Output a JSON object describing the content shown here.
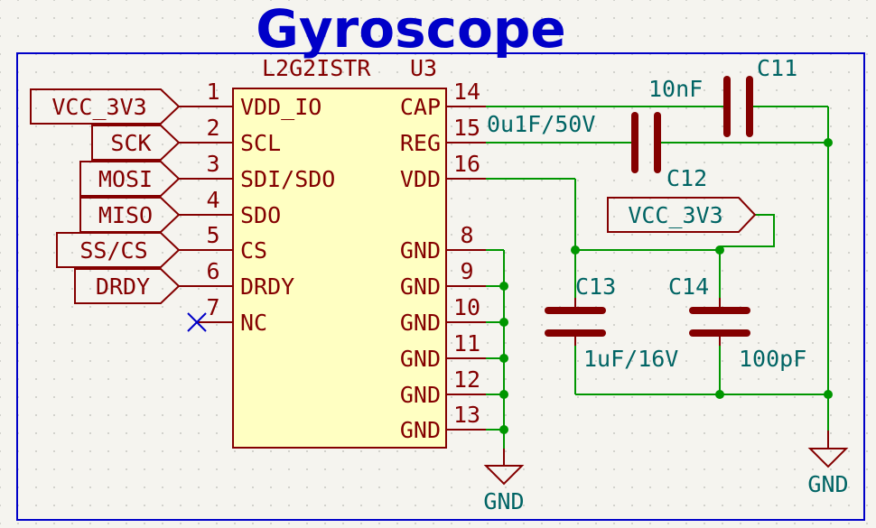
{
  "title": "Gyroscope",
  "chip": {
    "part": "L2G2ISTR",
    "ref": "U3",
    "left_pins": [
      {
        "num": "1",
        "name": "VDD_IO"
      },
      {
        "num": "2",
        "name": "SCL"
      },
      {
        "num": "3",
        "name": "SDI/SDO"
      },
      {
        "num": "4",
        "name": "SDO"
      },
      {
        "num": "5",
        "name": "CS"
      },
      {
        "num": "6",
        "name": "DRDY"
      },
      {
        "num": "7",
        "name": "NC"
      }
    ],
    "right_pins": [
      {
        "num": "14",
        "name": "CAP"
      },
      {
        "num": "15",
        "name": "REG"
      },
      {
        "num": "16",
        "name": "VDD"
      },
      {
        "num": "8",
        "name": "GND"
      },
      {
        "num": "9",
        "name": "GND"
      },
      {
        "num": "10",
        "name": "GND"
      },
      {
        "num": "11",
        "name": "GND"
      },
      {
        "num": "12",
        "name": "GND"
      },
      {
        "num": "13",
        "name": "GND"
      }
    ]
  },
  "labels": {
    "vcc_left": "VCC_3V3",
    "sck": "SCK",
    "mosi": "MOSI",
    "miso": "MISO",
    "ss_cs": "SS/CS",
    "drdy": "DRDY",
    "vcc_right": "VCC_3V3"
  },
  "components": {
    "c11": {
      "ref": "C11",
      "value": "10nF"
    },
    "c12": {
      "ref": "C12",
      "value": "0u1F/50V"
    },
    "c13": {
      "ref": "C13",
      "value": "1uF/16V"
    },
    "c14": {
      "ref": "C14",
      "value": "100pF"
    }
  },
  "gnd": {
    "chip": "GND",
    "right": "GND"
  },
  "colors": {
    "background": "#f5f4ef",
    "border": "#840000",
    "sheet_frame": "#0000c8",
    "wire": "#009600",
    "junction": "#009600",
    "title": "#0000c8",
    "component_body": "#ffffc2",
    "pin_text": "#840000",
    "ref_text": "#006464"
  }
}
